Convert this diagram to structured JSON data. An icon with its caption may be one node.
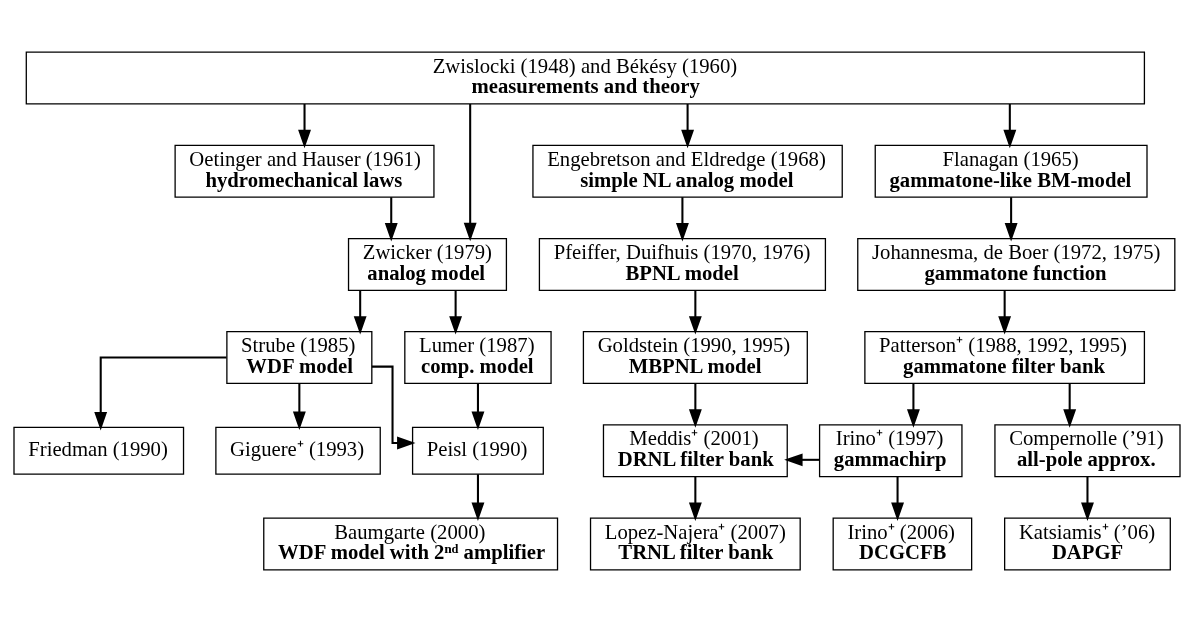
{
  "diagram": {
    "nodes": [
      {
        "text": [
          "Zwislocki (1948) and Békésy (1960)",
          "measurements and theory"
        ]
      },
      {
        "text": [
          "Oetinger and Hauser (1961)",
          "hydromechanical laws"
        ]
      },
      {
        "text": [
          "Engebretson and Eldredge (1968)",
          "simple NL analog model"
        ]
      },
      {
        "text": [
          "Flanagan (1965)",
          "gammatone-like BM-model"
        ]
      },
      {
        "text": [
          "Zwicker (1979)",
          "analog model"
        ]
      },
      {
        "text": [
          "Pfeiffer, Duifhuis (1970, 1976)",
          "BPNL model"
        ]
      },
      {
        "text": [
          "Johannesma, de Boer (1972, 1975)",
          "gammatone function"
        ]
      },
      {
        "text": [
          "Strube (1985)",
          "WDF model"
        ]
      },
      {
        "text": [
          "Lumer (1987)",
          "comp. model"
        ]
      },
      {
        "text": [
          "Goldstein (1990, 1995)",
          "MBPNL model"
        ]
      },
      {
        "text": [
          "Patterson⁺ (1988, 1992, 1995)",
          "gammatone filter bank"
        ]
      },
      {
        "text": [
          "Friedman (1990)"
        ]
      },
      {
        "text": [
          "Giguere⁺ (1993)"
        ]
      },
      {
        "text": [
          "Peisl (1990)"
        ]
      },
      {
        "text": [
          "Meddis⁺ (2001)",
          "DRNL filter bank"
        ]
      },
      {
        "text": [
          "Irino⁺ (1997)",
          "gammachirp"
        ]
      },
      {
        "text": [
          "Compernolle (’91)",
          "all-pole approx."
        ]
      },
      {
        "text": [
          "Baumgarte (2000)",
          "WDF model with 2ⁿᵈ amplifier"
        ]
      },
      {
        "text": [
          "Lopez-Najera⁺ (2007)",
          "TRNL filter bank"
        ]
      },
      {
        "text": [
          "Irino⁺ (2006)",
          "DCGCFB"
        ]
      },
      {
        "text": [
          "Katsiamis⁺ (’06)",
          "DAPGF"
        ]
      }
    ],
    "edges": [
      {
        "from": 0,
        "to": 1,
        "arrow": "to"
      },
      {
        "from": 0,
        "to": 2,
        "arrow": "to"
      },
      {
        "from": 0,
        "to": 3,
        "arrow": "to"
      },
      {
        "from": 0,
        "to": 4,
        "arrow": "to"
      },
      {
        "from": 1,
        "to": 4,
        "arrow": "to"
      },
      {
        "from": 2,
        "to": 5,
        "arrow": "to"
      },
      {
        "from": 3,
        "to": 6,
        "arrow": "to"
      },
      {
        "from": 4,
        "to": 7,
        "arrow": "to"
      },
      {
        "from": 4,
        "to": 8,
        "arrow": "to"
      },
      {
        "from": 5,
        "to": 9,
        "arrow": "to"
      },
      {
        "from": 6,
        "to": 10,
        "arrow": "to"
      },
      {
        "from": 7,
        "to": 11,
        "arrow": "to"
      },
      {
        "from": 7,
        "to": 12,
        "arrow": "to"
      },
      {
        "from": 7,
        "to": 13,
        "arrow": "to"
      },
      {
        "from": 8,
        "to": 13,
        "arrow": "to"
      },
      {
        "from": 9,
        "to": 14,
        "arrow": "to"
      },
      {
        "from": 10,
        "to": 15,
        "arrow": "to"
      },
      {
        "from": 10,
        "to": 16,
        "arrow": "to"
      },
      {
        "from": 15,
        "to": 14,
        "arrow": "to"
      },
      {
        "from": 13,
        "to": 17,
        "arrow": "to"
      },
      {
        "from": 14,
        "to": 18,
        "arrow": "to"
      },
      {
        "from": 15,
        "to": 19,
        "arrow": "to"
      },
      {
        "from": 16,
        "to": 20,
        "arrow": "to"
      }
    ]
  }
}
